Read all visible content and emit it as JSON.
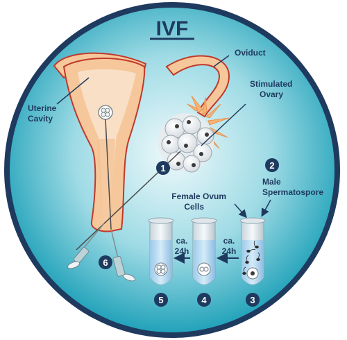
{
  "title": "IVF",
  "labels": {
    "oviduct": "Oviduct",
    "stimulated_ovary_line1": "Stimulated",
    "stimulated_ovary_line2": "Ovary",
    "uterine_cavity_line1": "Uterine",
    "uterine_cavity_line2": "Cavity",
    "male_line1": "Male",
    "male_line2": "Spermatospore",
    "female_line1": "Female Ovum",
    "female_line2": "Cells"
  },
  "durations": {
    "left_line1": "ca.",
    "left_line2": "24h",
    "right_line1": "ca.",
    "right_line2": "24h"
  },
  "steps": [
    "1",
    "2",
    "3",
    "4",
    "5",
    "6"
  ],
  "colors": {
    "ring": "#1f3a5f",
    "bg_center": "#e6f6f9",
    "bg_edge": "#2aa9bf",
    "uterus": "#f6c79a",
    "uterus_inner": "#f8dcc0",
    "outline": "#c0392b",
    "text": "#1f3a5f",
    "badge": "#1f3a5f"
  }
}
